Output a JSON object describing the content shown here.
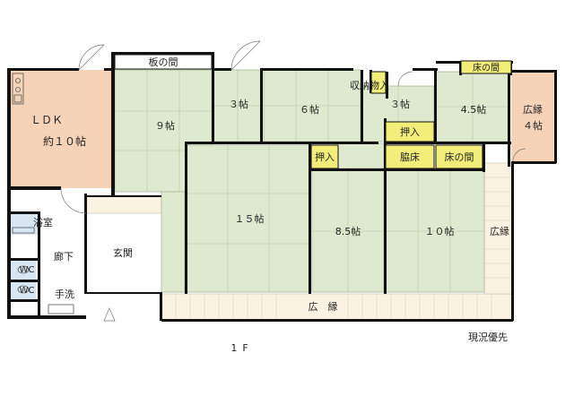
{
  "floor_label": "1F",
  "note": "現況優先",
  "rooms": {
    "ldk": {
      "name": "ＬＤＫ",
      "size": "約１０帖"
    },
    "itanoma": "板の間",
    "r9": "９帖",
    "r3a": "３帖",
    "r6": "６帖",
    "shuno": "収納物入",
    "r3b": "３帖",
    "tokonoma_top": "床の間",
    "r45": "4.5帖",
    "hiroen_right": {
      "name": "広縁",
      "size": "４帖"
    },
    "oshiire_a": "押入",
    "oshiire_b": "押入",
    "wakidoko": "脇床",
    "tokonoma_mid": "床の間",
    "r15": "１５帖",
    "r85": "8.5帖",
    "r10": "１０帖",
    "en_right": "広縁",
    "yokushitsu": "浴室",
    "rouka": "廊下",
    "genkan": "玄関",
    "wc1": "WC",
    "wc2": "WC",
    "tearai": "手洗",
    "hiroen_bottom": "広　縁"
  },
  "colors": {
    "tatami": "#dfe9cf",
    "ldk": "#f6d3b6",
    "bath": "#d8e6f2",
    "yellow_label": "#f3ed7a",
    "wood_floor": "#faf3e2"
  }
}
